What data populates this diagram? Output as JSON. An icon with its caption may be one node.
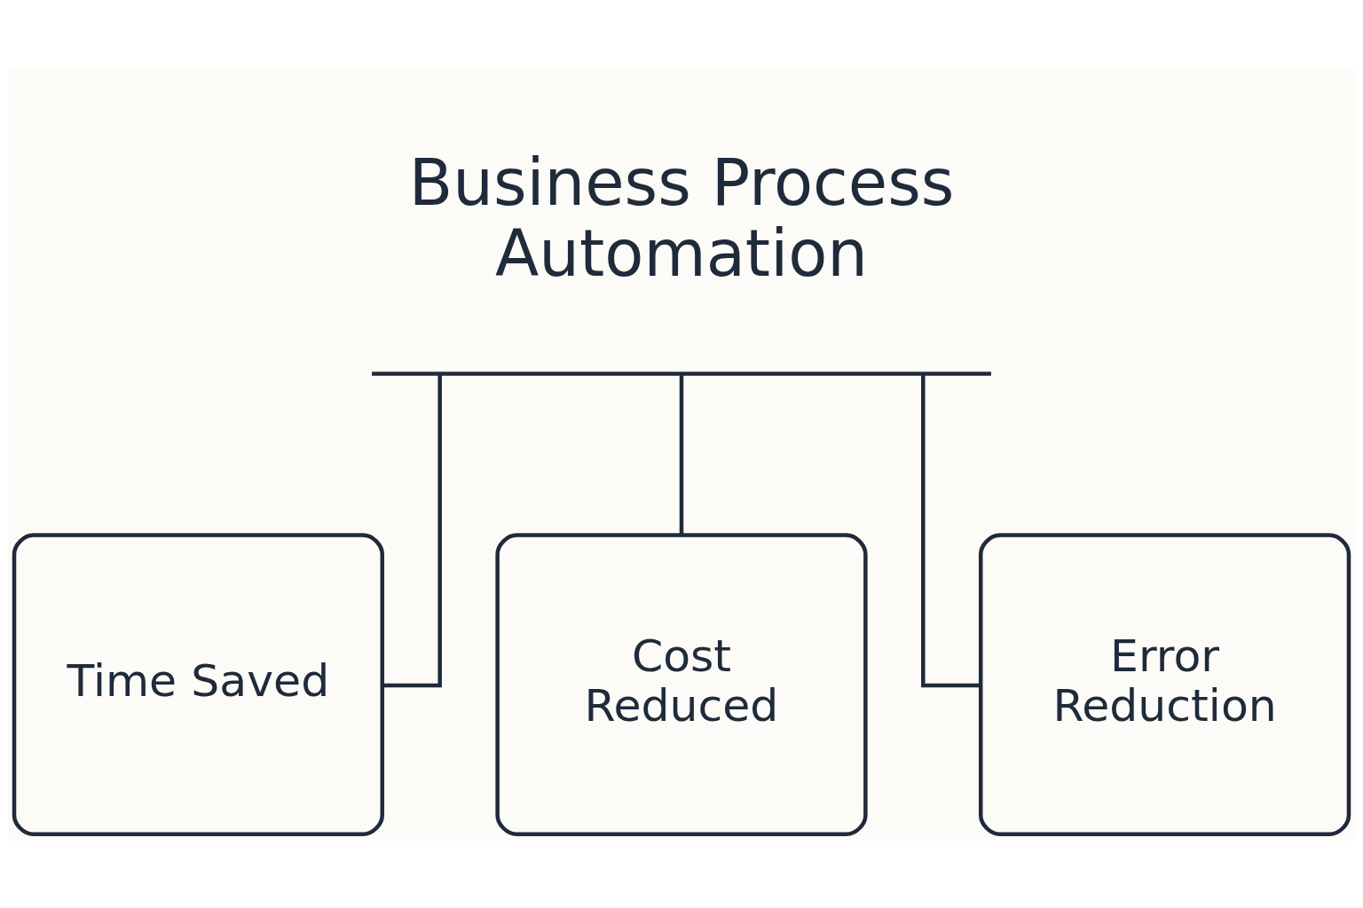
{
  "diagram": {
    "nodes": [
      {
        "text": [
          "Business Process Automation"
        ]
      },
      {
        "text": [
          "Time Saved"
        ]
      },
      {
        "text": [
          "Cost Reduced"
        ]
      },
      {
        "text": [
          "Error Reduction"
        ]
      }
    ],
    "edges": [
      {
        "from": 0,
        "to": 1,
        "arrow": "none"
      },
      {
        "from": 0,
        "to": 2,
        "arrow": "none"
      },
      {
        "from": 0,
        "to": 3,
        "arrow": "none"
      }
    ]
  }
}
